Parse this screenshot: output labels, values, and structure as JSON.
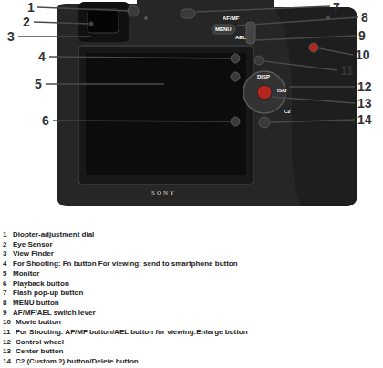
{
  "diagram": {
    "labels": [
      "1",
      "2",
      "3",
      "4",
      "5",
      "6",
      "7",
      "8",
      "9",
      "10",
      "11",
      "12",
      "13",
      "14",
      "1",
      "2",
      "3",
      "4",
      "5",
      "6",
      "7",
      "8",
      "9",
      "10",
      "11",
      "12",
      "13",
      "14",
      "Diopter-adjustment dial",
      "Eye Sensor",
      "View Finder",
      "For Shooting: Fn button For viewing: send to smartphone button",
      "Monitor",
      "Playback button",
      "Flash pop-up button",
      "MENU button",
      "AF/MF/AEL switch lever",
      "Movie button",
      "For Shooting: AF/MF button/AEL button for viewing:Enlarge button",
      "Control wheel",
      "Center button",
      "C2 (Custom 2) button/Delete button",
      "AF/MF",
      "MENU",
      "AEL",
      "DISP",
      "ISO",
      "C2",
      "SONY"
    ]
  }
}
